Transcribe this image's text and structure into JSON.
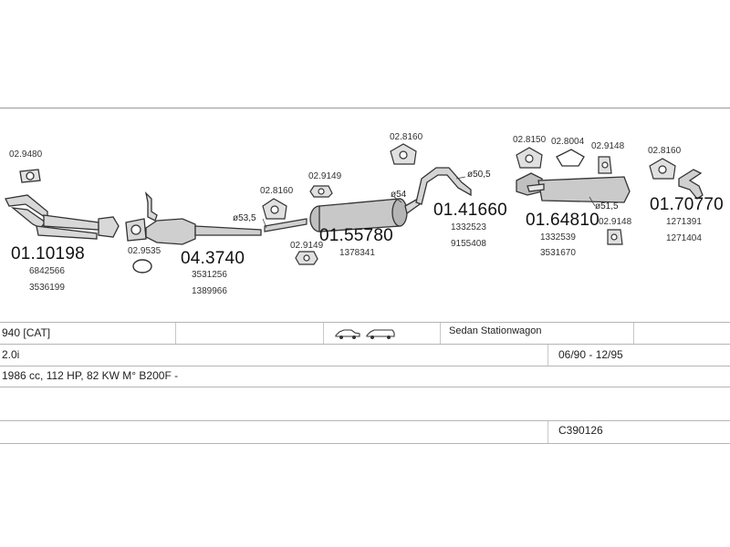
{
  "parts": {
    "front_pipe": {
      "code": "01.10198",
      "oem": [
        "6842566",
        "3536199"
      ]
    },
    "clamp_2_9480": {
      "code": "02.9480"
    },
    "gasket_2_9535": {
      "code": "02.9535"
    },
    "catalyst": {
      "code": "04.3740",
      "oem": [
        "3531256",
        "1389966"
      ]
    },
    "diameter_1": "ø53,5",
    "hanger_2_8160_a": {
      "code": "02.8160"
    },
    "clamp_2_9149_a": {
      "code": "02.9149"
    },
    "clamp_2_9149_b": {
      "code": "02.9149"
    },
    "middle_silencer": {
      "code": "01.55780",
      "oem": [
        "1378341"
      ]
    },
    "diameter_2": "ø54",
    "hanger_2_8160_b": {
      "code": "02.8160"
    },
    "intermediate_pipe": {
      "code": "01.41660",
      "oem": [
        "1332523",
        "9155408"
      ]
    },
    "diameter_3": "ø50,5",
    "hanger_2_8150": {
      "code": "02.8150"
    },
    "hanger_2_8004": {
      "code": "02.8004"
    },
    "clamp_2_9148_a": {
      "code": "02.9148"
    },
    "rear_silencer": {
      "code": "01.64810",
      "oem": [
        "1332539",
        "3531670"
      ]
    },
    "diameter_4": "ø51,5",
    "clamp_2_9148_b": {
      "code": "02.9148"
    },
    "hanger_2_8160_c": {
      "code": "02.8160"
    },
    "tail_pipe": {
      "code": "01.70770",
      "oem": [
        "1271391",
        "1271404"
      ]
    }
  },
  "table": {
    "model": "940  [CAT]",
    "body": "Sedan  Stationwagon",
    "engine": "2.0i",
    "period": "06/90 - 12/95",
    "spec": "1986 cc, 112 HP, 82 KW  M° B200F -",
    "ref": "C390126",
    "body_icons": [
      "sedan-car-icon",
      "stationwagon-car-icon"
    ]
  }
}
